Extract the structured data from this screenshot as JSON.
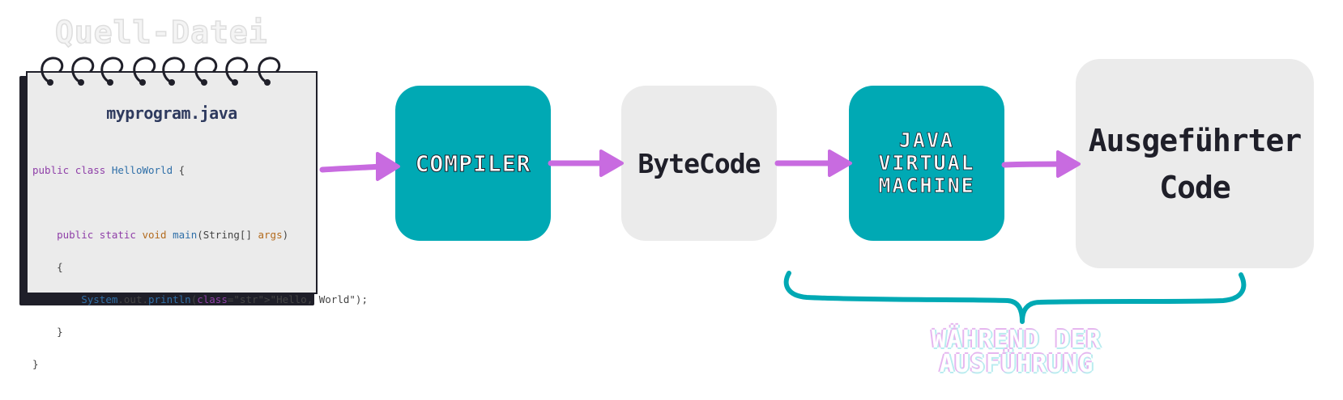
{
  "source_title": "Quell-Datei",
  "notebook": {
    "file_name": "myprogram.java",
    "code_lines": [
      "public class HelloWorld {",
      "",
      "    public static void main(String[] args)",
      "    {",
      "        System.out.println(\"Hello, World\");",
      "    }",
      "}"
    ]
  },
  "steps": {
    "compiler": "COMPILER",
    "bytecode": "ByteCode",
    "jvm_line1": "JAVA",
    "jvm_line2": "VIRTUAL",
    "jvm_line3": "MACHINE",
    "output_line1": "Ausgeführter",
    "output_line2": "Code"
  },
  "runtime_label_line1": "WÄHREND DER",
  "runtime_label_line2": "AUSFÜHRUNG",
  "colors": {
    "teal": "#00a9b4",
    "grey": "#ebebeb",
    "arrow": "#c86be0",
    "ink": "#1f1f29"
  }
}
